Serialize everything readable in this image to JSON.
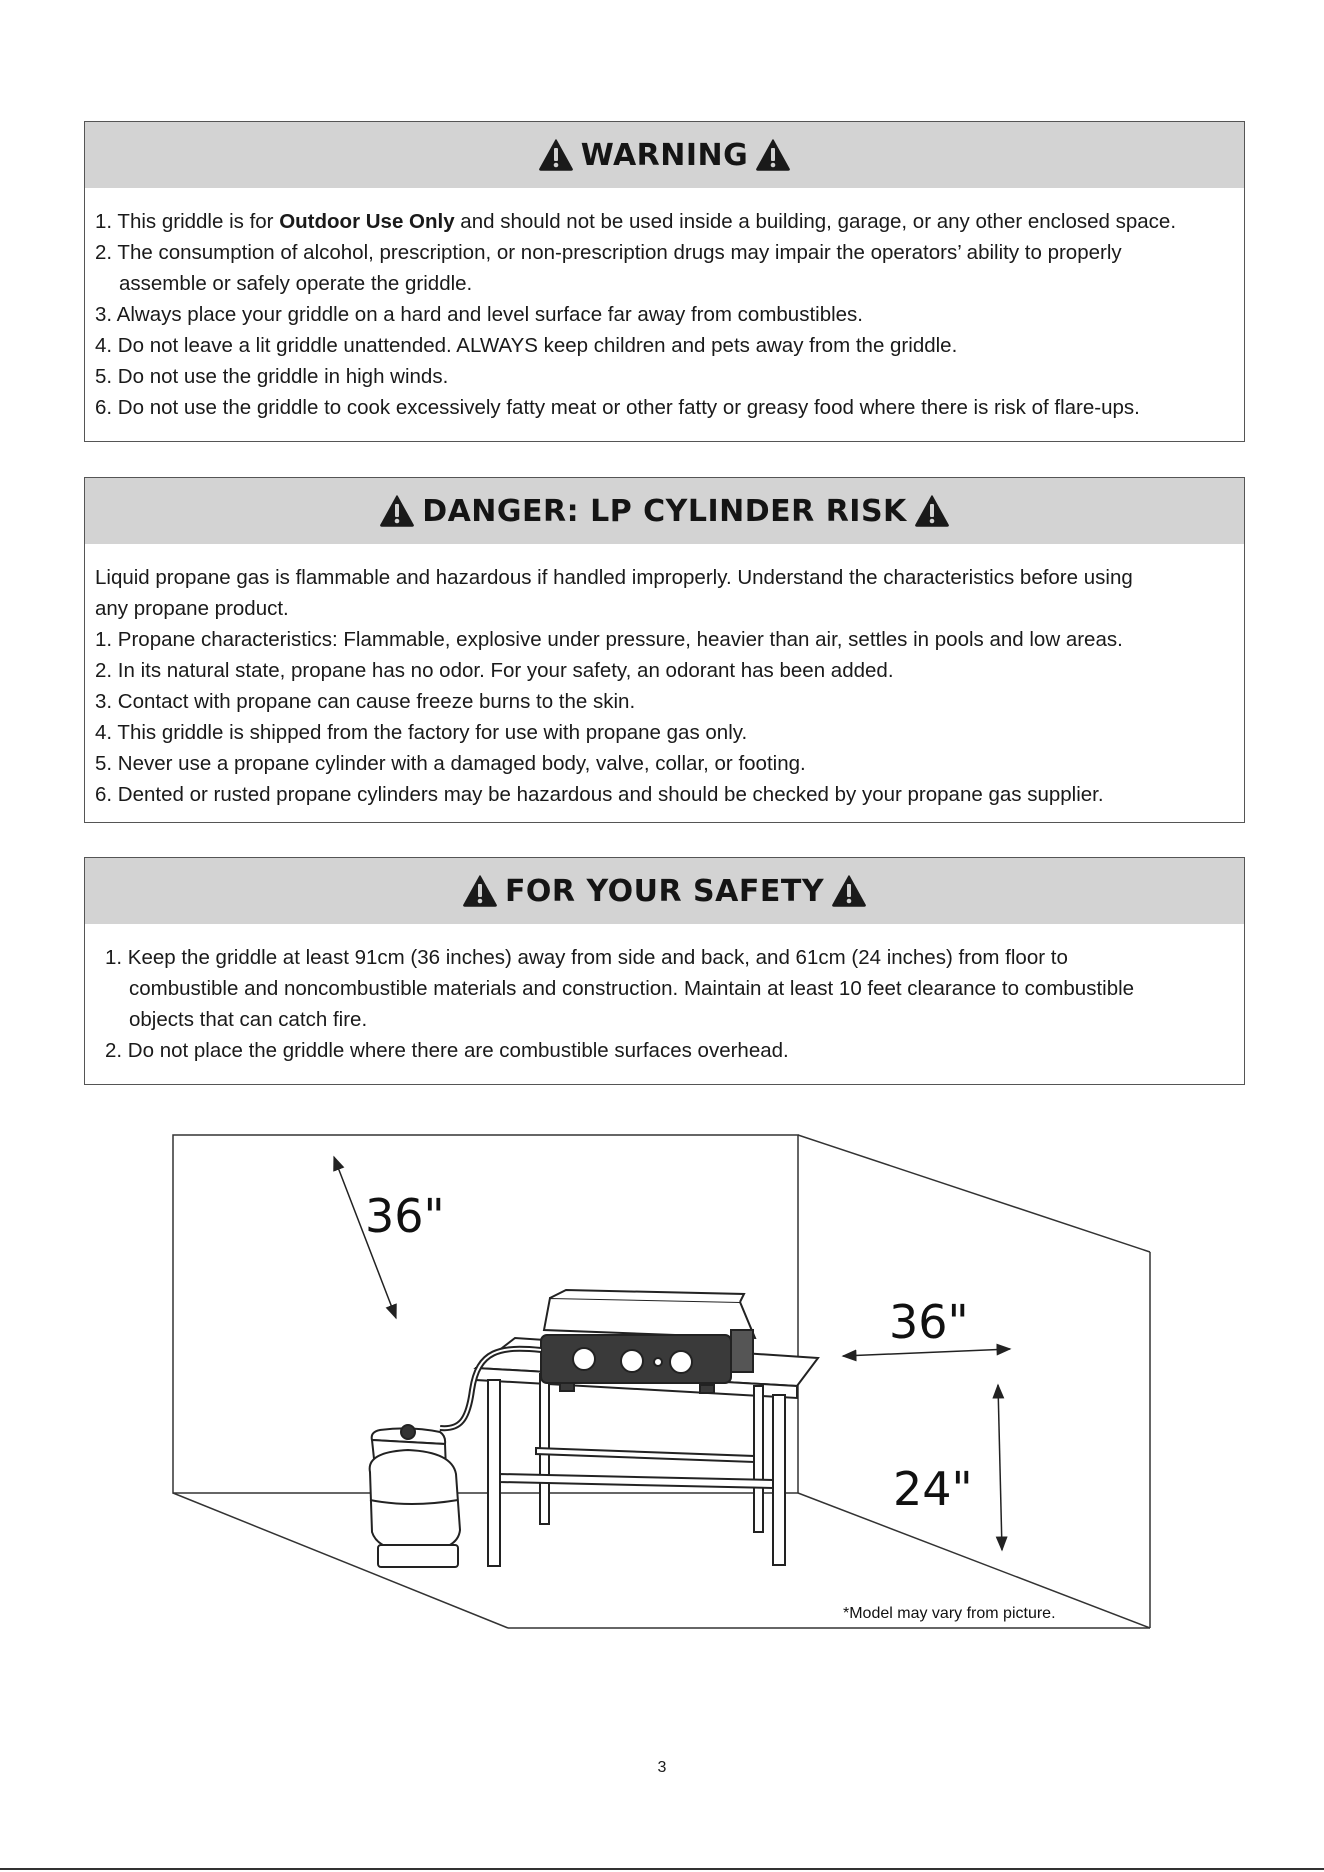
{
  "warning": {
    "title": "WARNING",
    "items": [
      {
        "pre": "1. This griddle is for ",
        "bold": "Outdoor Use Only",
        "post": " and should not be used inside a building, garage, or any other enclosed space."
      },
      {
        "text": "2. The consumption of alcohol, prescription, or non-prescription drugs may impair the operators’ ability to properly"
      },
      {
        "text": "assemble or safely operate the griddle."
      },
      {
        "text": "3. Always place your griddle on a hard and level surface far away from combustibles."
      },
      {
        "text": "4. Do not leave a lit griddle unattended. ALWAYS keep children and pets away from the griddle."
      },
      {
        "text": "5. Do not use the griddle in high winds."
      },
      {
        "text": "6. Do not use the griddle to cook excessively fatty meat or other fatty or greasy food where there is risk of flare-ups."
      }
    ]
  },
  "danger": {
    "title": "DANGER: LP CYLINDER RISK",
    "intro_1": "Liquid propane gas is flammable and hazardous if handled improperly. Understand the characteristics before using",
    "intro_2": "any propane product.",
    "items": [
      "1. Propane characteristics: Flammable, explosive under pressure, heavier than air, settles in pools and low areas.",
      "2. In its natural state, propane has no odor. For your safety, an odorant has been added.",
      "3. Contact with propane can cause freeze burns to the skin.",
      "4. This griddle is shipped from the factory for use with propane gas only.",
      "5. Never use a propane cylinder with a damaged body, valve, collar, or footing.",
      "6. Dented or rusted propane cylinders may be hazardous and should be checked by your propane gas supplier."
    ]
  },
  "safety": {
    "title": "FOR YOUR SAFETY",
    "items": [
      "1. Keep the griddle at least 91cm (36 inches) away from side and back, and 61cm (24 inches) from floor to",
      "combustible and noncombustible materials and construction. Maintain at least 10 feet clearance to combustible",
      "objects that can catch fire.",
      "2. Do not place the griddle where there are combustible surfaces overhead."
    ]
  },
  "diagram": {
    "dim_back": "36\"",
    "dim_side": "36\"",
    "dim_floor": "24\"",
    "note": "*Model may vary from picture."
  },
  "page_number": "3"
}
